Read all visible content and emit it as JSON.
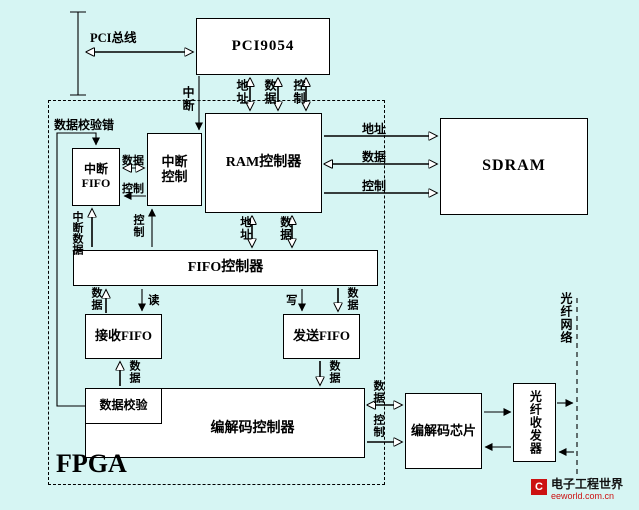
{
  "colors": {
    "background": "#d6f5f3",
    "box_fill": "#ffffff",
    "box_border": "#000000",
    "watermark_red": "#cc1111"
  },
  "blocks": {
    "pci9054": {
      "label": "PCI9054"
    },
    "interrupt_fifo": {
      "line1": "中断",
      "line2": "FIFO"
    },
    "interrupt_ctrl": {
      "line1": "中断",
      "line2": "控制"
    },
    "ram_ctrl": {
      "label": "RAM控制器"
    },
    "sdram": {
      "label": "SDRAM"
    },
    "fifo_ctrl": {
      "label": "FIFO控制器"
    },
    "recv_fifo": {
      "label": "接收FIFO"
    },
    "send_fifo": {
      "label": "发送FIFO"
    },
    "data_verify": {
      "label": "数据校验"
    },
    "codec_ctrl": {
      "label": "编解码控制器"
    },
    "codec_chip": {
      "label": "编解码芯片"
    },
    "fiber_transceiver": {
      "label": "光纤收发器"
    },
    "fpga": {
      "label": "FPGA"
    }
  },
  "signals": {
    "pci_bus": "PCI总线",
    "interrupt": "中断",
    "address": "地址",
    "data": "数据",
    "control": "控制",
    "read": "读",
    "write": "写",
    "interrupt_data": "中断数据",
    "data_check_error": "数据校验错",
    "fiber_network": "光纤网络"
  },
  "watermark": {
    "logo_letter": "C",
    "title": "电子工程世界",
    "url": "eeworld.com.cn"
  }
}
